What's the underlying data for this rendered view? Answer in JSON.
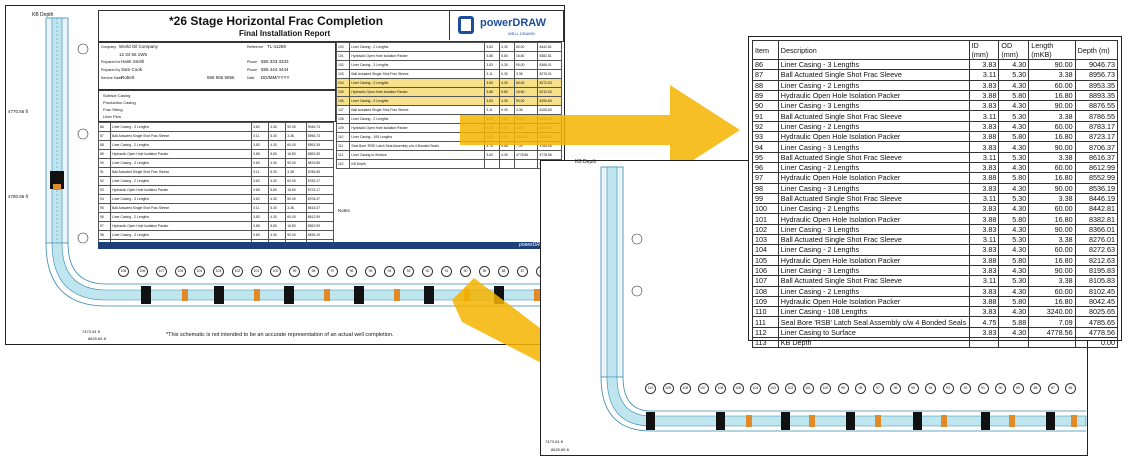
{
  "report": {
    "title": "*26 Stage Horizontal Frac Completion",
    "subtitle": "Final Installation Report",
    "logo_text": "powerDRAW",
    "logo_sub": "WELL DRAWN",
    "footer_note": "*This schematic is not intended to be an accurate representation of an actual well completion.",
    "footer_brand": "powerDRAW.net",
    "company_label": "Company",
    "company": "World Oil Company",
    "reference_label": "Reference",
    "reference": "TL-11259",
    "prepared_label": "Prepared for",
    "prepared_for": "Hank Smith",
    "prepared_by_label": "Prepared by",
    "prepared_by": "Sam Cook",
    "field": "12 34 56 1W5",
    "phone1_label": "Phone",
    "phone1": "555 333 3333",
    "phone2_label": "Phone",
    "phone2": "555 444 4444",
    "service_label": "Service Sales",
    "service_rep": "Robert",
    "phone3": "555 555 5555",
    "date_label": "Date",
    "date": "DD/MM/YYYY",
    "notes_label": "Notes",
    "depth_labels": [
      "KB Depth",
      "4770.56 ft",
      "4780.86 ft",
      "7473.04 ft",
      "8625.65 ft"
    ],
    "casing_rows": [
      "Surface Casing",
      "Production Casing",
      "Frac String",
      "Liner Pkrs"
    ]
  },
  "zoom_table": {
    "headers": [
      "Item",
      "Description",
      "ID (mm)",
      "OD (mm)",
      "Length (mKB)",
      "Depth (m)"
    ],
    "rows": [
      [
        "86",
        "Liner Casing - 3 Lengths",
        "3.83",
        "4.30",
        "90.00",
        "9046.73"
      ],
      [
        "87",
        "Ball Actuated Single Shot Frac Sleeve",
        "3.11",
        "5.30",
        "3.38",
        "8956.73"
      ],
      [
        "88",
        "Liner Casing - 2 Lengths",
        "3.83",
        "4.30",
        "60.00",
        "8953.35"
      ],
      [
        "89",
        "Hydraulic Open Hole Isolation Packer",
        "3.88",
        "5.80",
        "16.80",
        "8893.35"
      ],
      [
        "90",
        "Liner Casing - 3 Lengths",
        "3.83",
        "4.30",
        "90.00",
        "8876.55"
      ],
      [
        "91",
        "Ball Actuated Single Shot Frac Sleeve",
        "3.11",
        "5.30",
        "3.38",
        "8786.55"
      ],
      [
        "92",
        "Liner Casing - 2 Lengths",
        "3.83",
        "4.30",
        "60.00",
        "8783.17"
      ],
      [
        "93",
        "Hydraulic Open Hole Isolation Packer",
        "3.88",
        "5.80",
        "16.80",
        "8723.17"
      ],
      [
        "94",
        "Liner Casing - 3 Lengths",
        "3.83",
        "4.30",
        "90.00",
        "8706.37"
      ],
      [
        "95",
        "Ball Actuated Single Shot Frac Sleeve",
        "3.11",
        "5.30",
        "3.38",
        "8616.37"
      ],
      [
        "96",
        "Liner Casing - 2 Lengths",
        "3.83",
        "4.30",
        "60.00",
        "8612.99"
      ],
      [
        "97",
        "Hydraulic Open Hole Isolation Packer",
        "3.88",
        "5.80",
        "16.80",
        "8552.99"
      ],
      [
        "98",
        "Liner Casing - 3 Lengths",
        "3.83",
        "4.30",
        "90.00",
        "8536.19"
      ],
      [
        "99",
        "Ball Actuated Single Shot Frac Sleeve",
        "3.11",
        "5.30",
        "3.38",
        "8446.19"
      ],
      [
        "100",
        "Liner Casing - 2 Lengths",
        "3.83",
        "4.30",
        "60.00",
        "8442.81"
      ],
      [
        "101",
        "Hydraulic Open Hole Isolation Packer",
        "3.88",
        "5.80",
        "16.80",
        "8382.81"
      ],
      [
        "102",
        "Liner Casing - 3 Lengths",
        "3.83",
        "4.30",
        "90.00",
        "8366.01"
      ],
      [
        "103",
        "Ball Actuated Single Shot Frac Sleeve",
        "3.11",
        "5.30",
        "3.38",
        "8276.01"
      ],
      [
        "104",
        "Liner Casing - 2 Lengths",
        "3.83",
        "4.30",
        "60.00",
        "8272.63"
      ],
      [
        "105",
        "Hydraulic Open Hole Isolation Packer",
        "3.88",
        "5.80",
        "16.80",
        "8212.63"
      ],
      [
        "106",
        "Liner Casing - 3 Lengths",
        "3.83",
        "4.30",
        "90.00",
        "8195.83"
      ],
      [
        "107",
        "Ball Actuated Single Shot Frac Sleeve",
        "3.11",
        "5.30",
        "3.38",
        "8105.83"
      ],
      [
        "108",
        "Liner Casing - 2 Lengths",
        "3.83",
        "4.30",
        "60.00",
        "8102.45"
      ],
      [
        "109",
        "Hydraulic Open Hole Isolation Packer",
        "3.88",
        "5.80",
        "16.80",
        "8042.45"
      ],
      [
        "110",
        "Liner Casing - 108 Lengths",
        "3.83",
        "4.30",
        "3240.00",
        "8025.65"
      ],
      [
        "111",
        "Seal Bore 'RSB' Latch Seal Assembly c/w 4 Bonded Seals",
        "4.75",
        "5.88",
        "7.09",
        "4785.65"
      ],
      [
        "112",
        "Liner Casing to Surface",
        "3.83",
        "4.30",
        "4778.56",
        "4778.56"
      ],
      [
        "113",
        "KB Depth",
        "",
        "",
        "",
        "0.00"
      ]
    ]
  },
  "node_labels_top": [
    "108",
    "106",
    "107",
    "105",
    "104",
    "103",
    "102",
    "101",
    "100",
    "99",
    "98",
    "97",
    "96",
    "95",
    "94",
    "93",
    "92",
    "91",
    "90",
    "89",
    "88",
    "87",
    "86"
  ],
  "node_labels_zoom": [
    "110",
    "109",
    "108",
    "107",
    "106",
    "105",
    "104",
    "103",
    "102",
    "101",
    "100",
    "99",
    "98",
    "97",
    "96",
    "95",
    "94",
    "93",
    "92",
    "91",
    "90",
    "89",
    "88",
    "87",
    "86"
  ],
  "colors": {
    "arrow": "#f5b400",
    "pipe_fill": "#bfe6ef",
    "pipe_line": "#3a8ab0",
    "packer": "#111111",
    "sleeve": "#e08a2a",
    "highlight": "#f7e08a"
  }
}
